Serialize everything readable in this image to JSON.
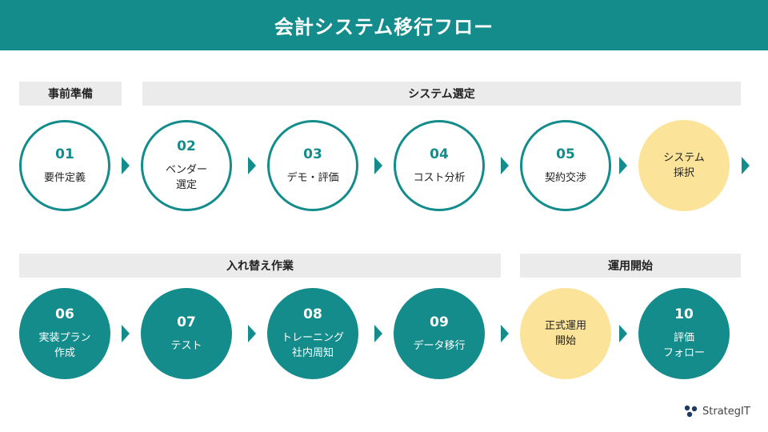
{
  "title": "会計システム移行フロー",
  "phases": {
    "prep": "事前準備",
    "select": "システム選定",
    "switch": "入れ替え作業",
    "start": "運用開始"
  },
  "steps": [
    {
      "num": "01",
      "label": "要件定義"
    },
    {
      "num": "02",
      "label": "ベンダー\n選定"
    },
    {
      "num": "03",
      "label": "デモ・評価"
    },
    {
      "num": "04",
      "label": "コスト分析"
    },
    {
      "num": "05",
      "label": "契約交渉"
    },
    {
      "num": "",
      "label": "システム\n採択"
    },
    {
      "num": "06",
      "label": "実装プラン\n作成"
    },
    {
      "num": "07",
      "label": "テスト"
    },
    {
      "num": "08",
      "label": "トレーニング\n社内周知"
    },
    {
      "num": "09",
      "label": "データ移行"
    },
    {
      "num": "",
      "label": "正式運用\n開始"
    },
    {
      "num": "10",
      "label": "評価\nフォロー"
    }
  ],
  "logo": {
    "text": "StrategIT",
    "icon": "logo-icon"
  },
  "colors": {
    "teal": "#148c8c",
    "yellow": "#fbe49a",
    "phase_bg": "#ebebeb"
  }
}
